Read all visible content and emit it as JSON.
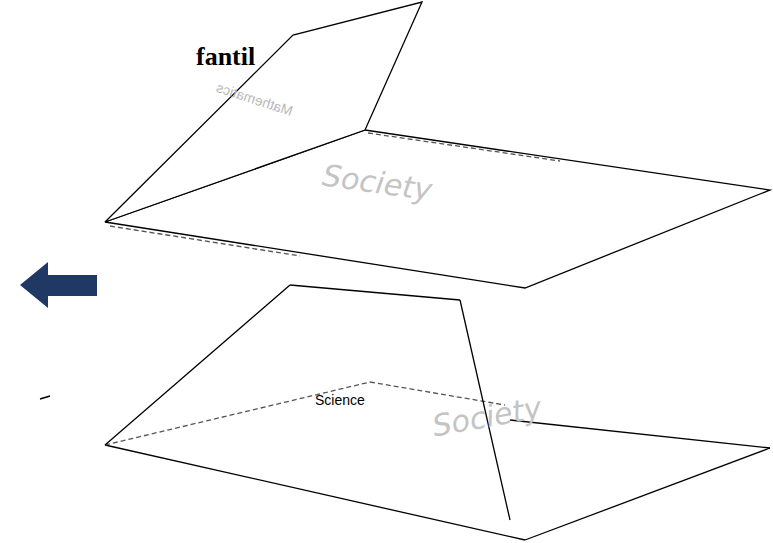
{
  "diagram": {
    "labels": [
      "fantil",
      "Mathematics",
      "Society",
      "Science",
      "Society"
    ]
  }
}
